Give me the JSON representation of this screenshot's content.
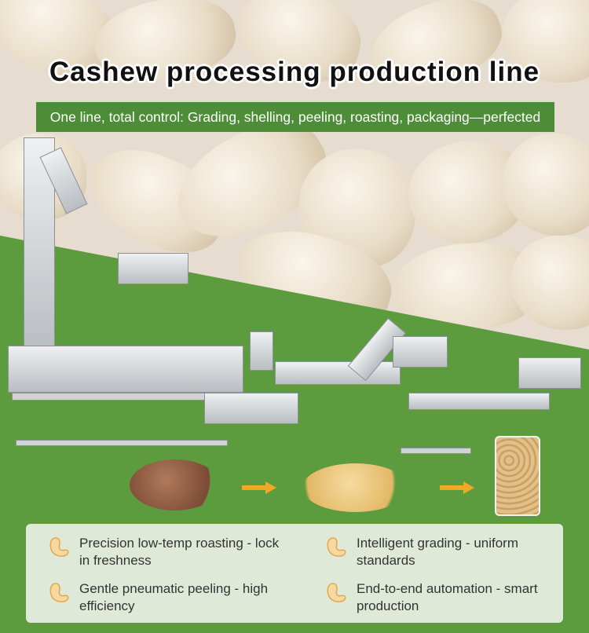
{
  "header": {
    "title": "Cashew processing production line",
    "subtitle": "One line, total control: Grading, shelling, peeling, roasting, packaging—perfected"
  },
  "colors": {
    "green": "#5c9b3e",
    "banner": "#4e8d38",
    "feature_bg": "#dfe9d7",
    "arrow": "#f2a825"
  },
  "products": [
    "raw-cashew-nuts",
    "peeled-cashew-kernels",
    "vacuum-packed-cashews"
  ],
  "features": [
    {
      "icon": "cashew-icon",
      "text": "Precision low-temp roasting - lock in freshness"
    },
    {
      "icon": "cashew-icon",
      "text": "Intelligent grading - uniform standards"
    },
    {
      "icon": "cashew-icon",
      "text": "Gentle pneumatic peeling - high efficiency"
    },
    {
      "icon": "cashew-icon",
      "text": "End-to-end automation - smart production"
    }
  ]
}
